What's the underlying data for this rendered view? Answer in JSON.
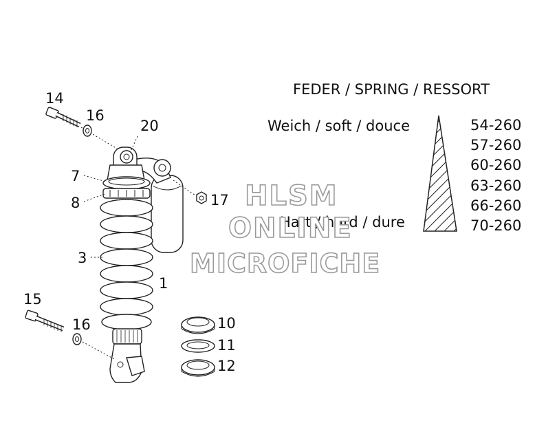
{
  "callouts": [
    {
      "id": "14",
      "text": "14"
    },
    {
      "id": "16a",
      "text": "16"
    },
    {
      "id": "20",
      "text": "20"
    },
    {
      "id": "7",
      "text": "7"
    },
    {
      "id": "8",
      "text": "8"
    },
    {
      "id": "17",
      "text": "17"
    },
    {
      "id": "3",
      "text": "3"
    },
    {
      "id": "1",
      "text": "1"
    },
    {
      "id": "15",
      "text": "15"
    },
    {
      "id": "16b",
      "text": "16"
    },
    {
      "id": "10",
      "text": "10"
    },
    {
      "id": "11",
      "text": "11"
    },
    {
      "id": "12",
      "text": "12"
    }
  ],
  "spring_table": {
    "title": "FEDER / SPRING / RESSORT",
    "soft_label": "Weich / soft / douce",
    "hard_label": "Hart / hard / dure",
    "rates": [
      "54-260",
      "57-260",
      "60-260",
      "63-260",
      "66-260",
      "70-260"
    ]
  },
  "watermark": {
    "line1": "HLSM",
    "line2": "ONLINE",
    "line3": "MICROFICHE"
  }
}
